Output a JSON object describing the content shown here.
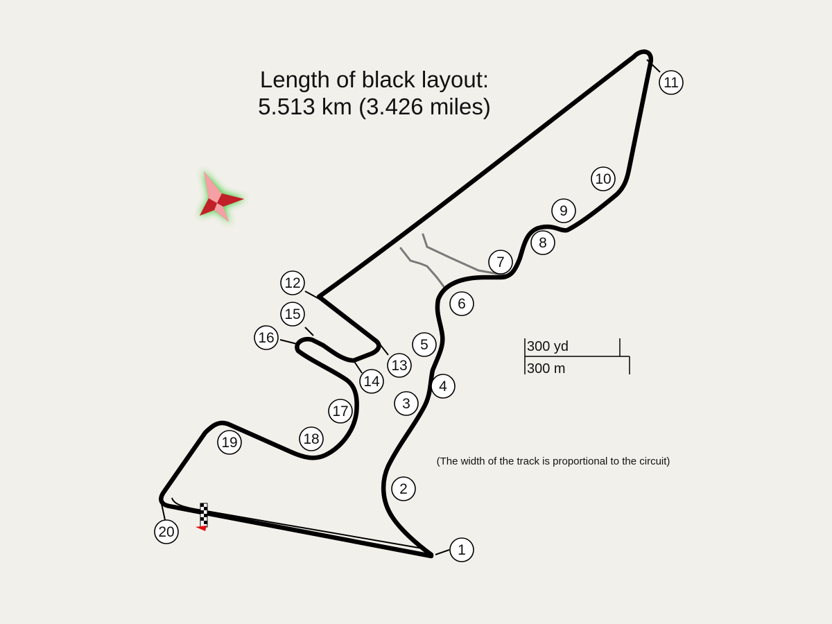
{
  "title": {
    "line1": "Length of black layout:",
    "line2": "5.513 km (3.426 miles)"
  },
  "scale": {
    "imperial_label": "300 yd",
    "metric_label": "300 m"
  },
  "note": "(The width of the track is proportional to the circuit)",
  "turns": [
    "1",
    "2",
    "3",
    "4",
    "5",
    "6",
    "7",
    "8",
    "9",
    "10",
    "11",
    "12",
    "13",
    "14",
    "15",
    "16",
    "17",
    "18",
    "19",
    "20"
  ],
  "colors": {
    "background": "#f2f0ea",
    "track": "#000000",
    "alt_layout": "#7a7a7a",
    "compass_red": "#e8303a",
    "compass_glow": "#33cc33"
  },
  "icons": {
    "compass": "north-compass-star-icon",
    "start_finish": "checkered-flag-icon",
    "direction": "direction-arrow-icon"
  }
}
